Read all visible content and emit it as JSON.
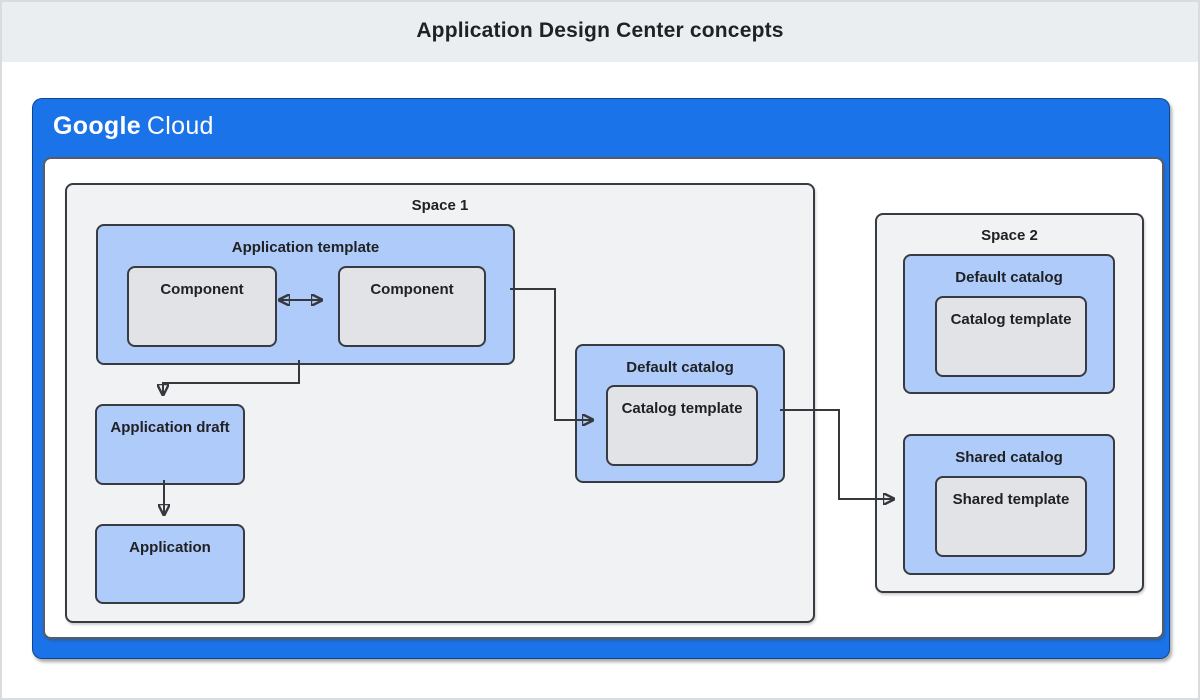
{
  "header": {
    "title": "Application Design Center concepts"
  },
  "brand": {
    "google": "Google",
    "cloud": "Cloud"
  },
  "colors": {
    "google_blue": "#1a73e8",
    "light_blue_box": "#aecbfa",
    "gray_box": "#e1e3e6",
    "space_background": "#f0f2f4",
    "banner_background": "#eaeef1",
    "border_dark": "#383b41",
    "text": "#202124"
  },
  "space1": {
    "label": "Space 1",
    "application_template": {
      "label": "Application template",
      "components": [
        {
          "label": "Component"
        },
        {
          "label": "Component"
        }
      ]
    },
    "application_draft": {
      "label": "Application draft"
    },
    "application": {
      "label": "Application"
    },
    "default_catalog": {
      "label": "Default catalog",
      "catalog_template": {
        "label": "Catalog template"
      }
    }
  },
  "space2": {
    "label": "Space 2",
    "default_catalog": {
      "label": "Default catalog",
      "catalog_template": {
        "label": "Catalog template"
      }
    },
    "shared_catalog": {
      "label": "Shared catalog",
      "shared_template": {
        "label": "Shared template"
      }
    }
  }
}
